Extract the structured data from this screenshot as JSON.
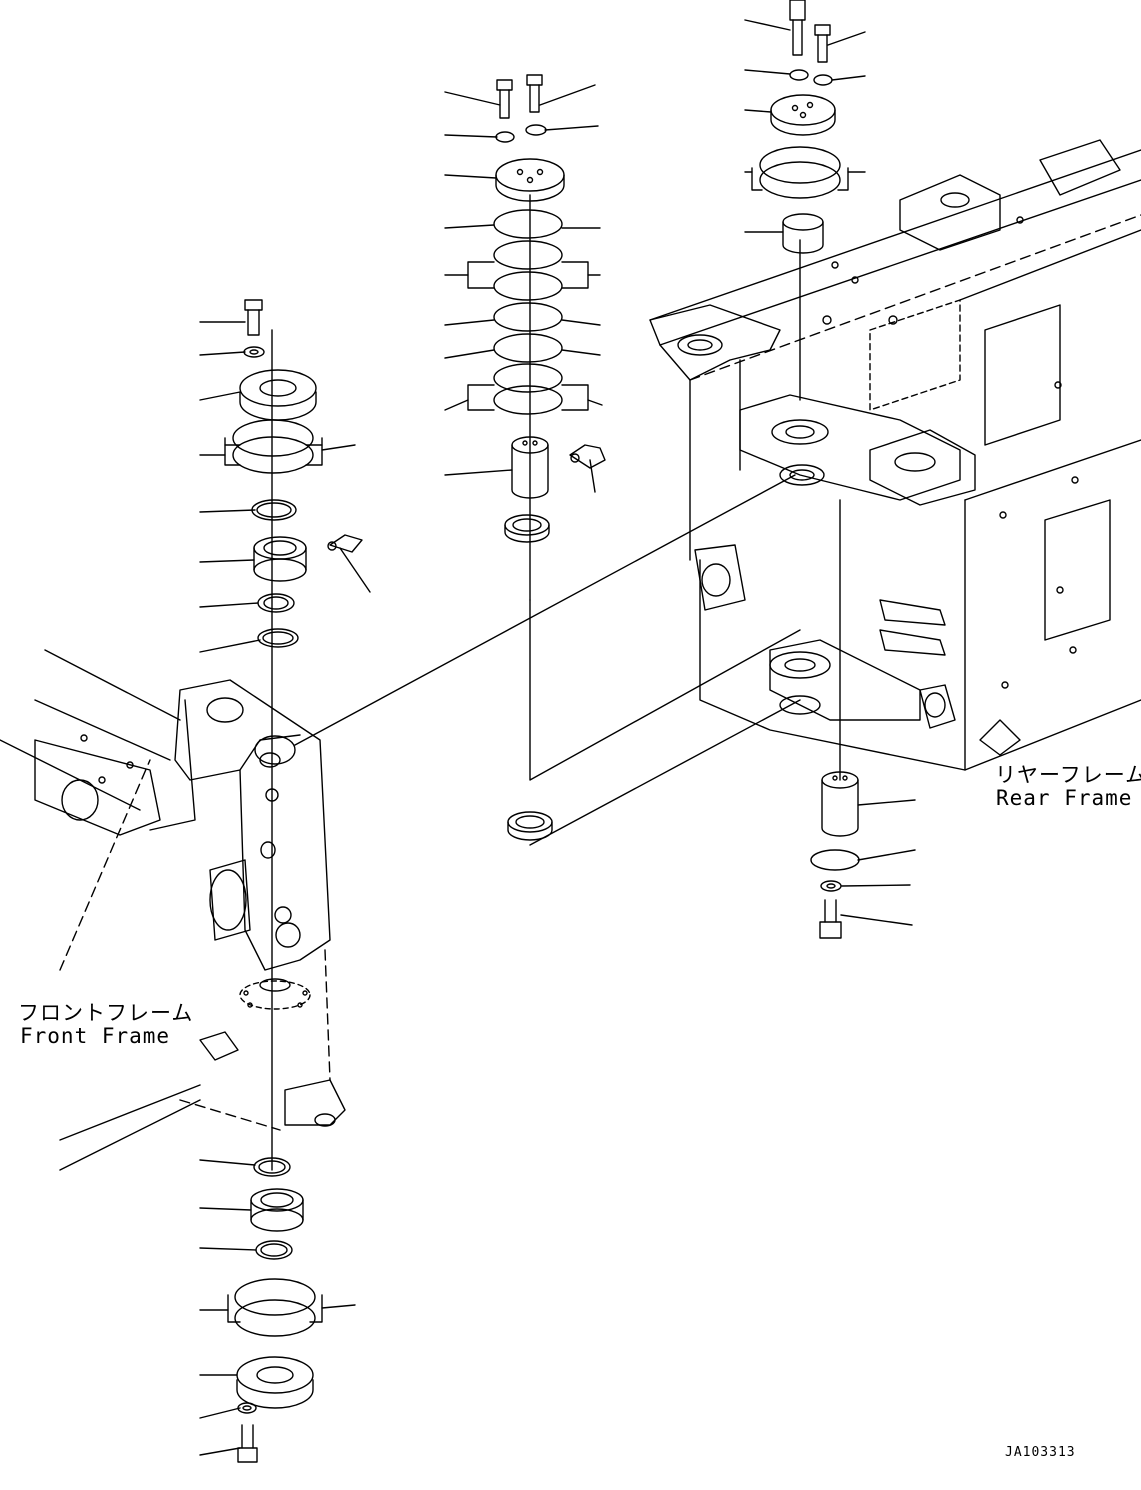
{
  "labels": {
    "rear_jp": "リヤーフレーム",
    "rear_en": "Rear Frame",
    "front_jp": "フロントフレーム",
    "front_en": "Front Frame"
  },
  "drawing_code": "JA103313",
  "colors": {
    "ink": "#000000",
    "paper": "#ffffff"
  }
}
